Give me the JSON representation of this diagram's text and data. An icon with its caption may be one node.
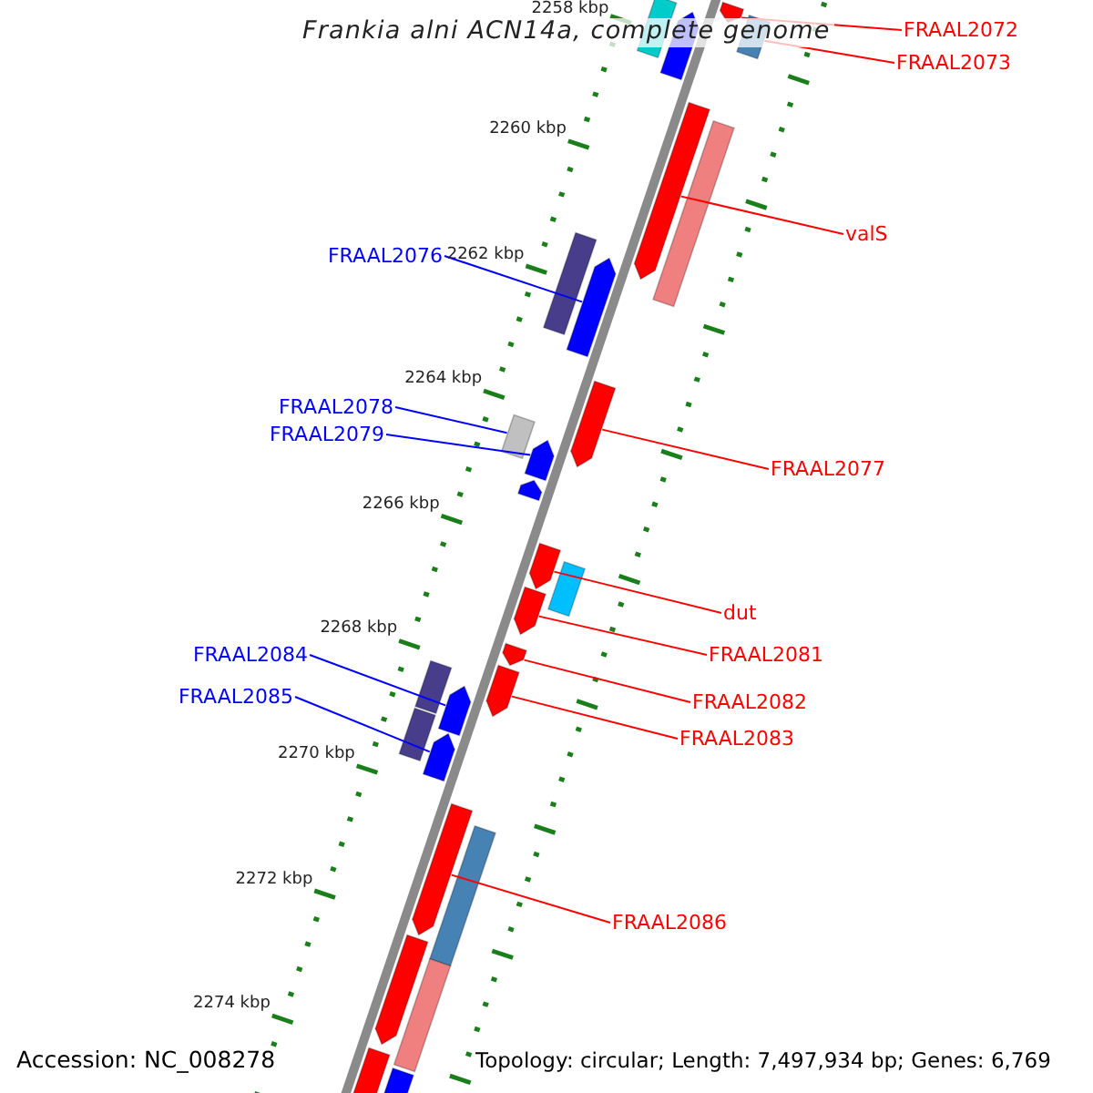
{
  "diagram": {
    "title": "Frankia alni ACN14a, complete genome",
    "nodes": [
      {
        "text": [
          "FRAAL2072"
        ]
      },
      {
        "text": [
          "FRAAL2073"
        ]
      },
      {
        "text": [
          "valS"
        ]
      },
      {
        "text": [
          "FRAAL2076"
        ]
      },
      {
        "text": [
          "FRAAL2078"
        ]
      },
      {
        "text": [
          "FRAAL2079"
        ]
      },
      {
        "text": [
          "FRAAL2077"
        ]
      },
      {
        "text": [
          "dut"
        ]
      },
      {
        "text": [
          "FRAAL2084"
        ]
      },
      {
        "text": [
          "FRAAL2081"
        ]
      },
      {
        "text": [
          "FRAAL2085"
        ]
      },
      {
        "text": [
          "FRAAL2082"
        ]
      },
      {
        "text": [
          "FRAAL2083"
        ]
      },
      {
        "text": [
          "FRAAL2086"
        ]
      },
      {
        "text": [],
        "shape": "bar"
      },
      {
        "text": [],
        "shape": "bar"
      },
      {
        "text": [],
        "shape": "bar"
      },
      {
        "text": [],
        "shape": "bar"
      },
      {
        "text": [],
        "shape": "bar"
      },
      {
        "text": [],
        "shape": "bar"
      },
      {
        "text": [],
        "shape": "bar"
      },
      {
        "text": [],
        "shape": "bar"
      },
      {
        "text": [],
        "shape": "bar"
      },
      {
        "text": [],
        "shape": "bar"
      },
      {
        "text": [],
        "shape": "bar"
      },
      {
        "text": [],
        "shape": "bar"
      },
      {
        "text": [],
        "shape": "bar"
      },
      {
        "text": [],
        "shape": "bar"
      },
      {
        "text": [],
        "shape": "bar"
      },
      {
        "text": [],
        "shape": "bar"
      },
      {
        "text": [],
        "shape": "bar"
      },
      {
        "text": [],
        "shape": "bar"
      },
      {
        "text": [],
        "shape": "bar"
      },
      {
        "text": [],
        "shape": "bar"
      },
      {
        "text": [],
        "shape": "bar"
      },
      {
        "text": [],
        "shape": "bar"
      },
      {
        "text": [],
        "shape": "bar"
      },
      {
        "text": [],
        "shape": "bar"
      },
      {
        "text": [],
        "shape": "bar"
      },
      {
        "text": [],
        "shape": "bar"
      },
      {
        "text": [],
        "shape": "bar"
      }
    ],
    "edges": [
      {
        "from": 0,
        "to": 14,
        "arrow": "none"
      },
      {
        "from": 1,
        "to": 17,
        "arrow": "none"
      },
      {
        "from": 2,
        "to": 18,
        "arrow": "none"
      },
      {
        "from": 3,
        "to": 21,
        "arrow": "none",
        "color": "#0000ff"
      },
      {
        "from": 4,
        "to": 23,
        "arrow": "none",
        "color": "#0000ff"
      },
      {
        "from": 5,
        "to": 24,
        "arrow": "none",
        "color": "#0000ff"
      },
      {
        "from": 6,
        "to": 22,
        "arrow": "none"
      },
      {
        "from": 7,
        "to": 26,
        "arrow": "none"
      },
      {
        "from": 8,
        "to": 32,
        "arrow": "none",
        "color": "#0000ff"
      },
      {
        "from": 9,
        "to": 28,
        "arrow": "none"
      },
      {
        "from": 10,
        "to": 34,
        "arrow": "none",
        "color": "#0000ff"
      },
      {
        "from": 11,
        "to": 29,
        "arrow": "none"
      },
      {
        "from": 12,
        "to": 30,
        "arrow": "none"
      },
      {
        "from": 13,
        "to": 35,
        "arrow": "none"
      }
    ],
    "labels": [
      "2258 kbp",
      "2260 kbp",
      "2262 kbp",
      "2264 kbp",
      "2266 kbp",
      "2268 kbp",
      "2270 kbp",
      "2272 kbp",
      "2274 kbp",
      "Accession: NC_008278",
      "Topology: circular; Length: 7,497,934 bp; Genes: 6,769"
    ]
  }
}
